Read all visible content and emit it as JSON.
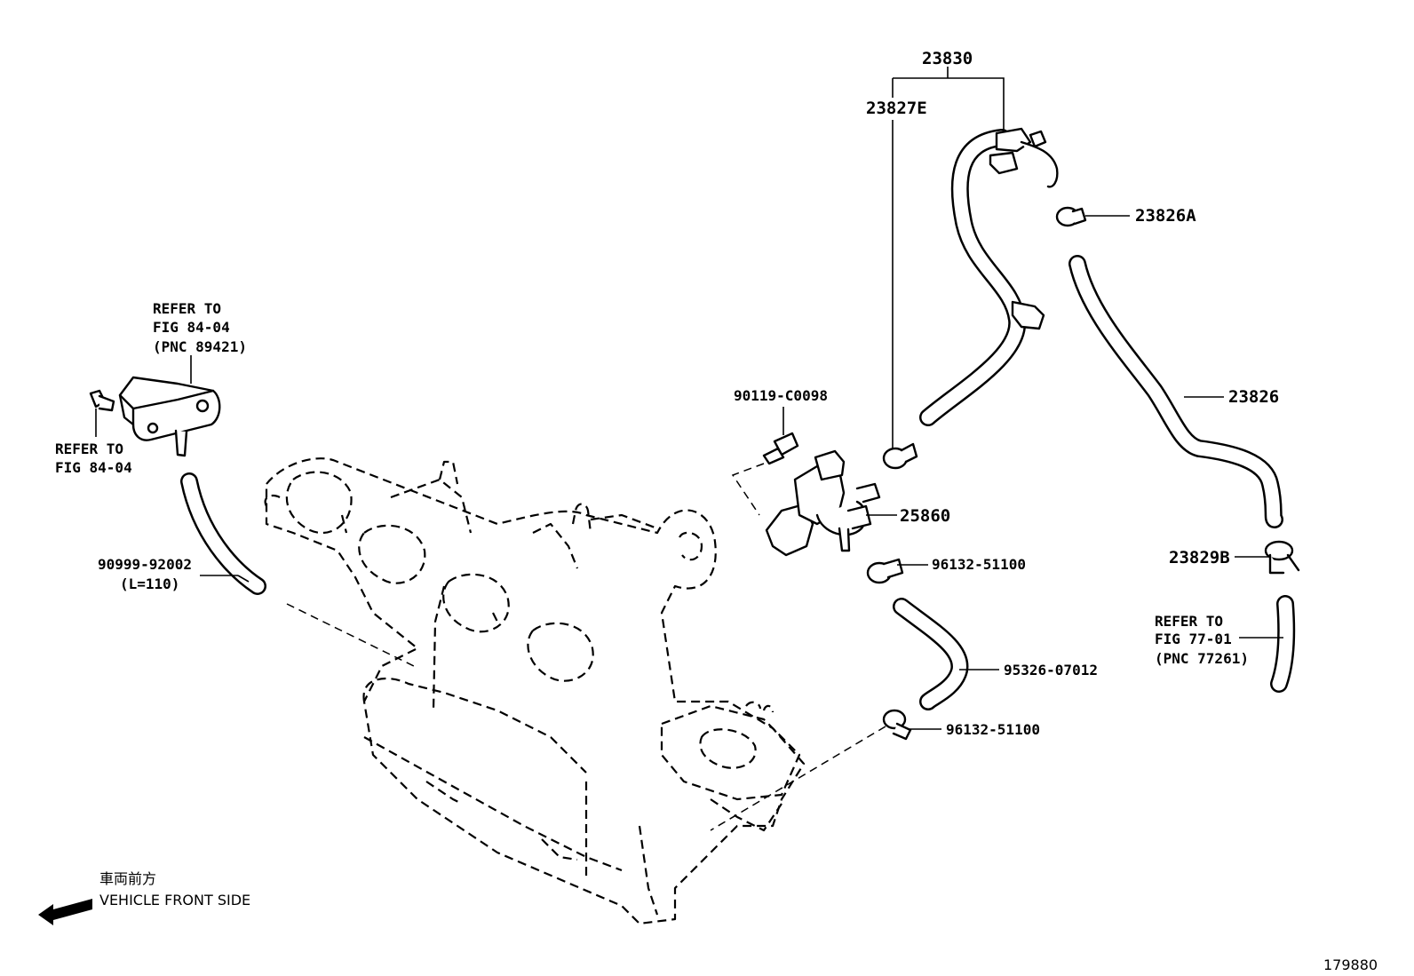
{
  "labels": {
    "p23830": "23830",
    "p23827e": "23827E",
    "p23826a": "23826A",
    "p23826": "23826",
    "p23829b": "23829B",
    "p25860": "25860",
    "p90119": "90119-C0098",
    "p96132a": "96132-51100",
    "p96132b": "96132-51100",
    "p95326": "95326-07012",
    "p90999": "90999-92002",
    "p90999_len": "(L=110)",
    "refer1_l1": "REFER TO",
    "refer1_l2": "FIG 84-04",
    "refer1_l3": "(PNC 89421)",
    "refer2_l1": "REFER TO",
    "refer2_l2": "FIG 84-04",
    "refer3_l1": "REFER TO",
    "refer3_l2": "FIG 77-01",
    "refer3_l3": "(PNC 77261)",
    "front_jp": "車両前方",
    "front_en": "VEHICLE FRONT SIDE",
    "figure_id": "179880"
  }
}
